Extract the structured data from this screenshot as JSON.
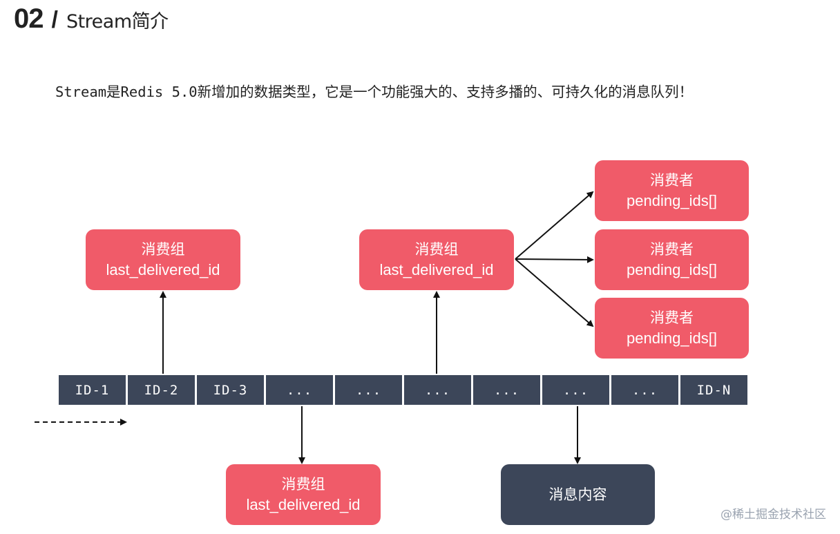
{
  "heading": {
    "number": "02",
    "slash": "/",
    "title": "Stream简介"
  },
  "intro": "Stream是Redis 5.0新增加的数据类型，它是一个功能强大的、支持多播的、可持久化的消息队列！",
  "groups": [
    {
      "name": "消费组",
      "field": "last_delivered_id"
    },
    {
      "name": "消费组",
      "field": "last_delivered_id"
    },
    {
      "name": "消费组",
      "field": "last_delivered_id"
    }
  ],
  "consumers": [
    {
      "name": "消费者",
      "field": "pending_ids[]"
    },
    {
      "name": "消费者",
      "field": "pending_ids[]"
    },
    {
      "name": "消费者",
      "field": "pending_ids[]"
    }
  ],
  "stream_cells": [
    "ID-1",
    "ID-2",
    "ID-3",
    "...",
    "...",
    "...",
    "...",
    "...",
    "...",
    "ID-N"
  ],
  "message_content": "消息内容",
  "watermark": "@稀土掘金技术社区",
  "colors": {
    "accent_red": "#f05b69",
    "dark_slate": "#3c4659",
    "arrow": "#111111"
  }
}
